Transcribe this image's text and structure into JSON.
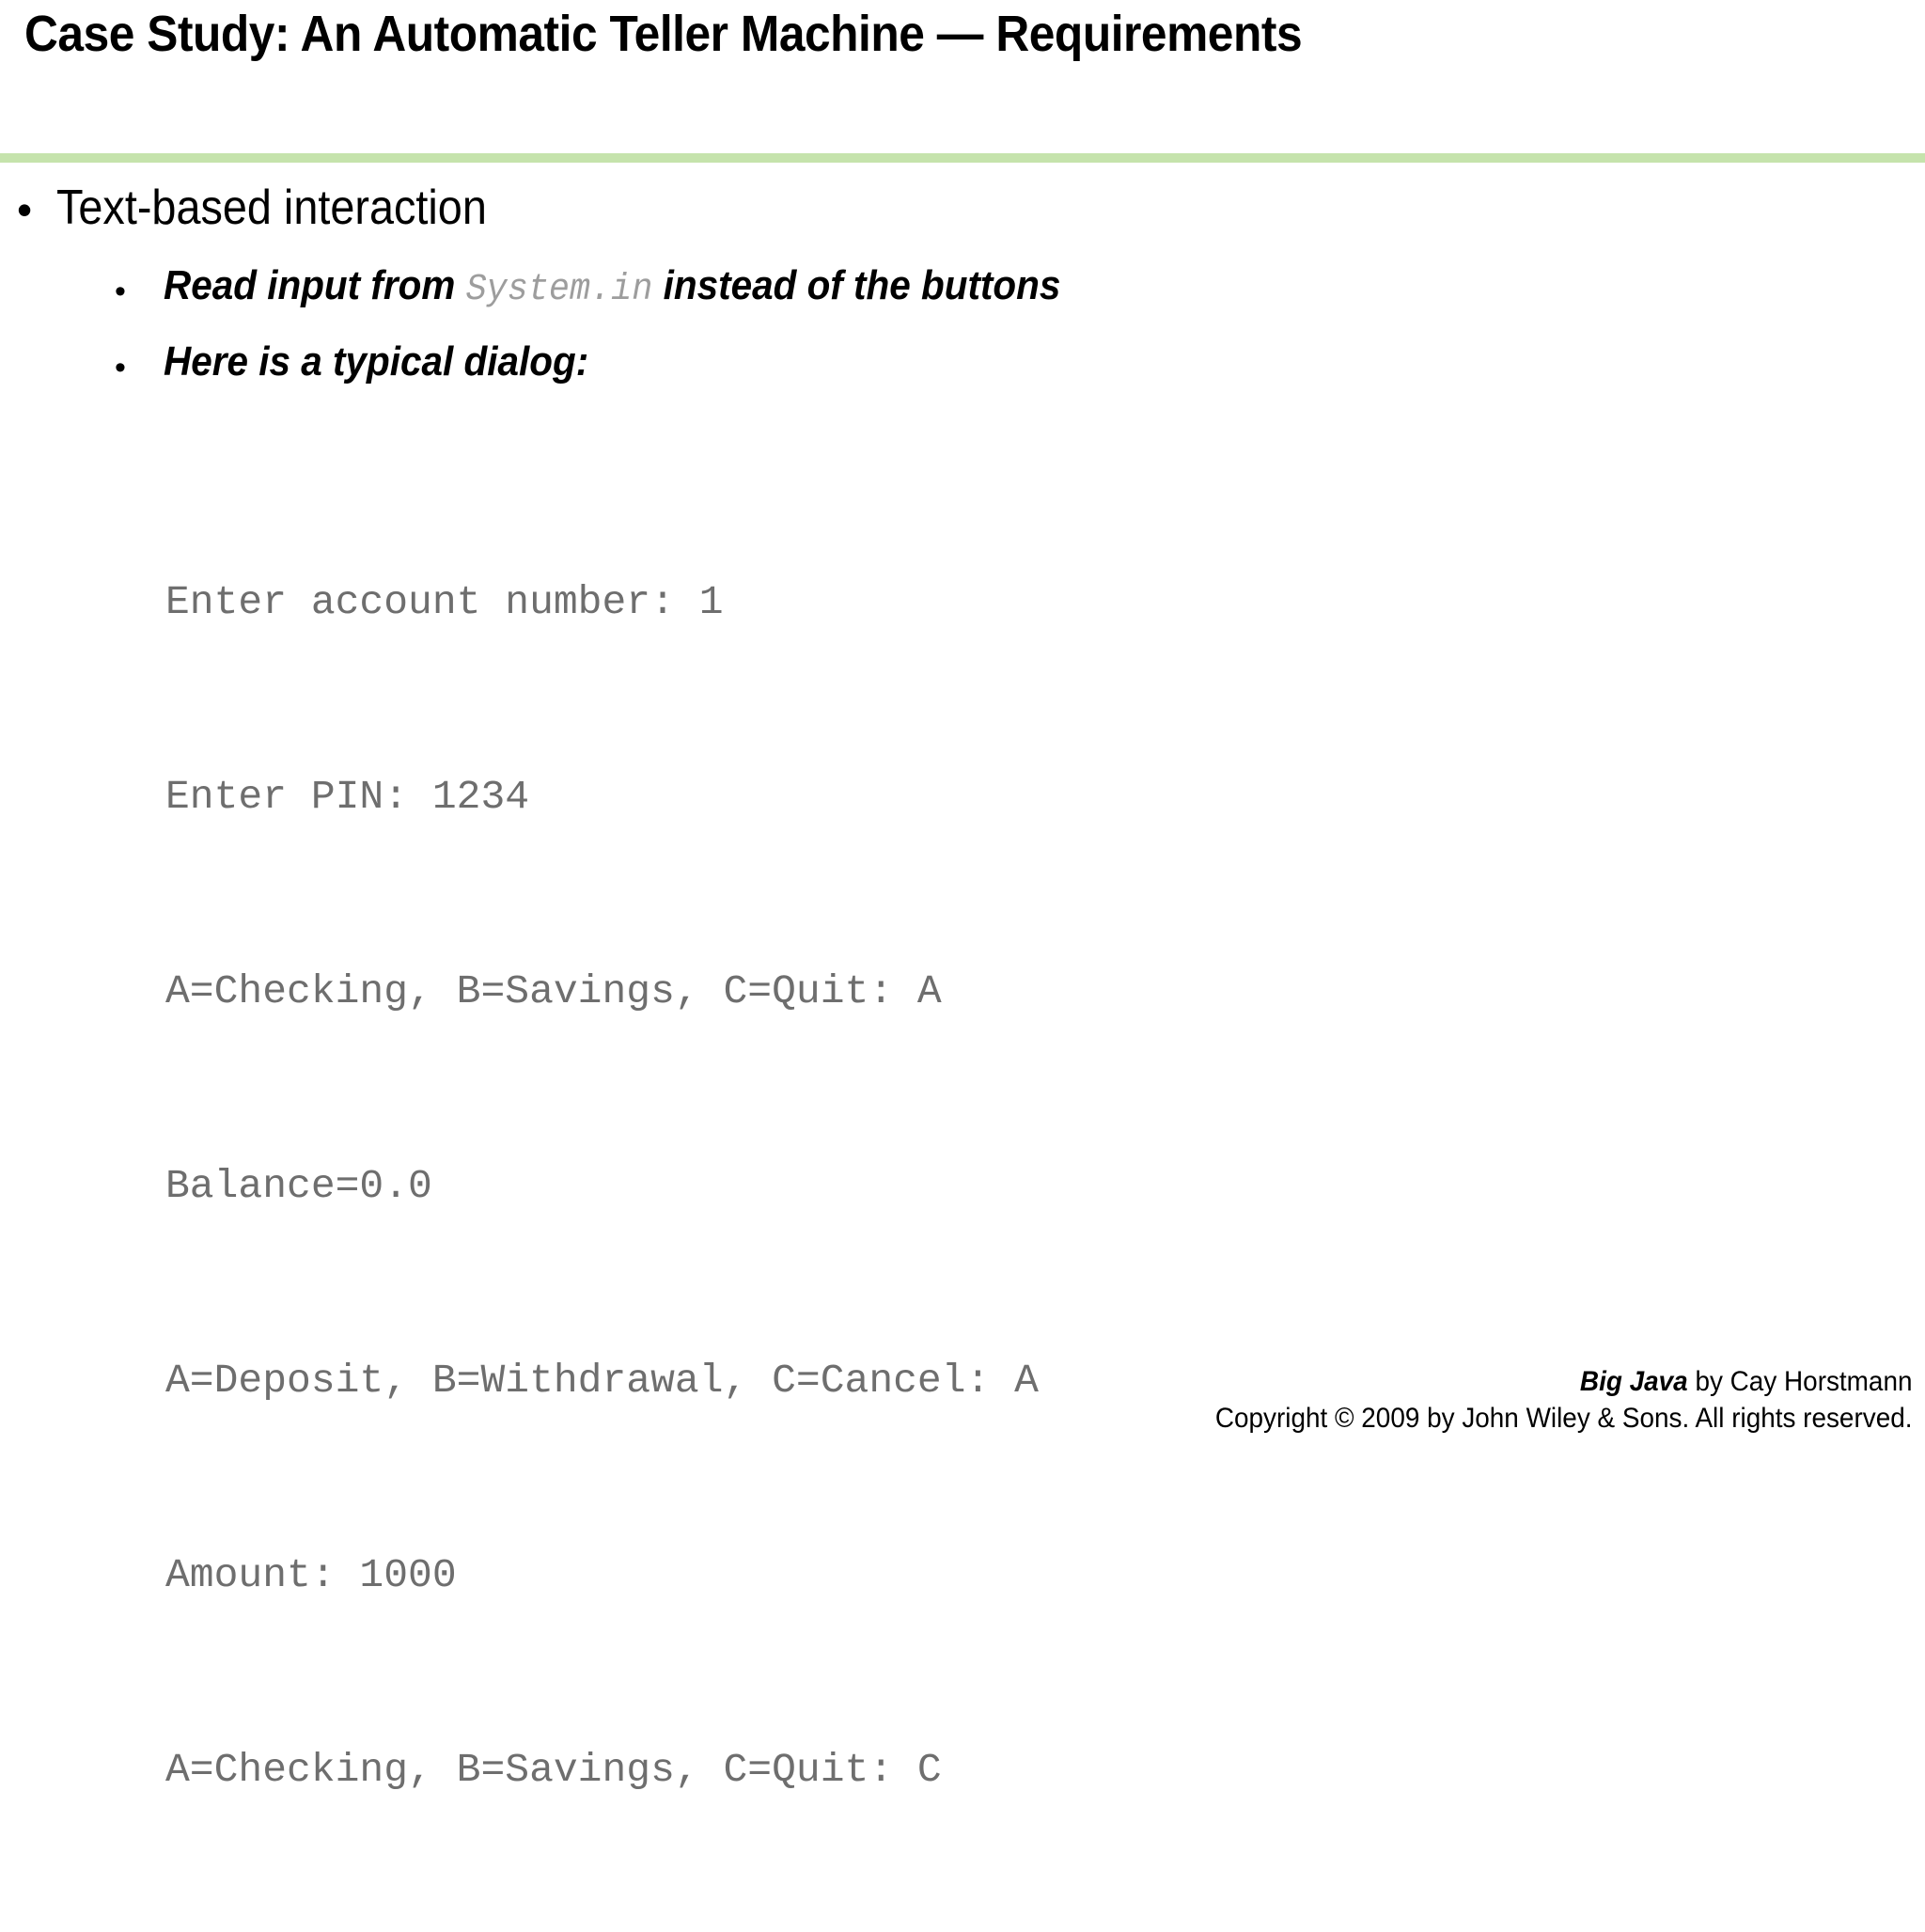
{
  "slide": {
    "title": "Case Study: An Automatic Teller Machine — Requirements",
    "divider_color": "#c5e3ac",
    "background_color": "#ffffff"
  },
  "bullets": {
    "level1": {
      "marker": "•",
      "text": "Text-based interaction"
    },
    "level2": [
      {
        "marker": "•",
        "text_before": "Read input from ",
        "code_span": "System.in",
        "text_after": " instead of the buttons",
        "code_color": "#9d9d9d"
      },
      {
        "marker": "•",
        "text_before": "Here is a typical dialog:",
        "code_span": "",
        "text_after": ""
      }
    ]
  },
  "dialog": {
    "text_color": "#6e6e6e",
    "lines": [
      "Enter account number: 1",
      "Enter PIN: 1234",
      "A=Checking, B=Savings, C=Quit: A",
      "Balance=0.0",
      "A=Deposit, B=Withdrawal, C=Cancel: A",
      "Amount: 1000",
      "A=Checking, B=Savings, C=Quit: C"
    ]
  },
  "footer": {
    "book_title": "Big Java",
    "attribution_rest": " by Cay Horstmann",
    "copyright": "Copyright © 2009 by John Wiley & Sons.  All rights reserved."
  }
}
